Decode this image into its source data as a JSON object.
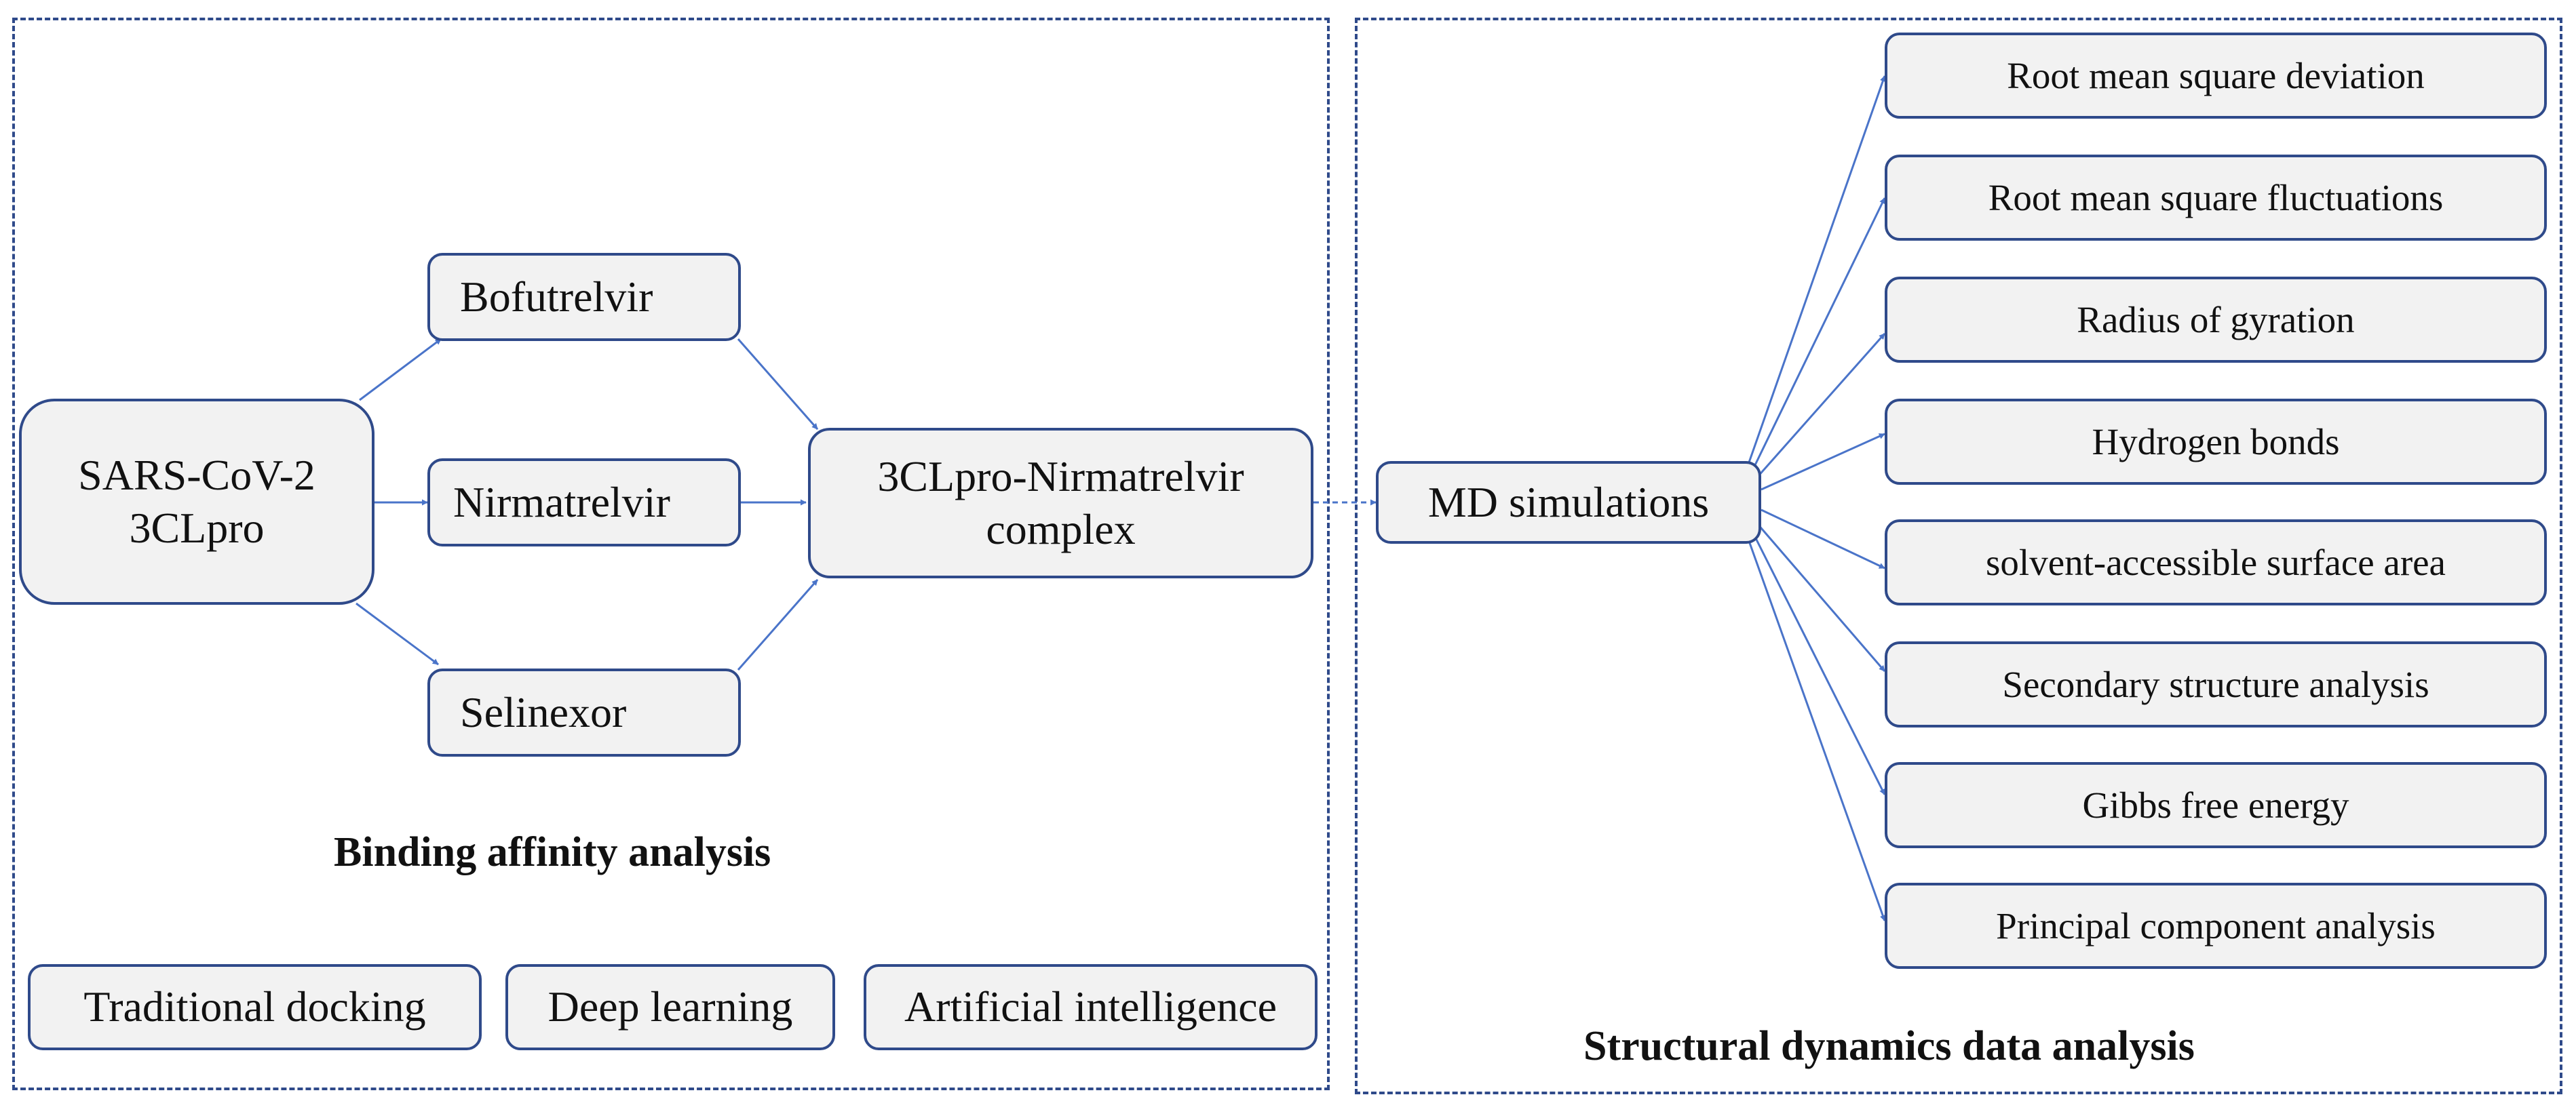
{
  "colors": {
    "border": "#2f4a8a",
    "arrow": "#4a74c9",
    "box_fill": "#f2f2f2"
  },
  "left_panel": {
    "source": {
      "line1": "SARS-CoV-2",
      "line2": "3CLpro"
    },
    "drugs": [
      "Bofutrelvir",
      "Nirmatrelvir",
      "Selinexor"
    ],
    "complex": {
      "line1": "3CLpro-Nirmatrelvir",
      "line2": "complex"
    },
    "title": "Binding affinity analysis",
    "methods": [
      "Traditional docking",
      "Deep learning",
      "Artificial intelligence"
    ]
  },
  "right_panel": {
    "hub": "MD simulations",
    "analyses": [
      "Root mean square deviation",
      "Root mean square fluctuations",
      "Radius of gyration",
      "Hydrogen bonds",
      "solvent-accessible surface area",
      "Secondary structure analysis",
      "Gibbs free energy",
      "Principal component analysis"
    ],
    "title": "Structural dynamics data analysis"
  }
}
